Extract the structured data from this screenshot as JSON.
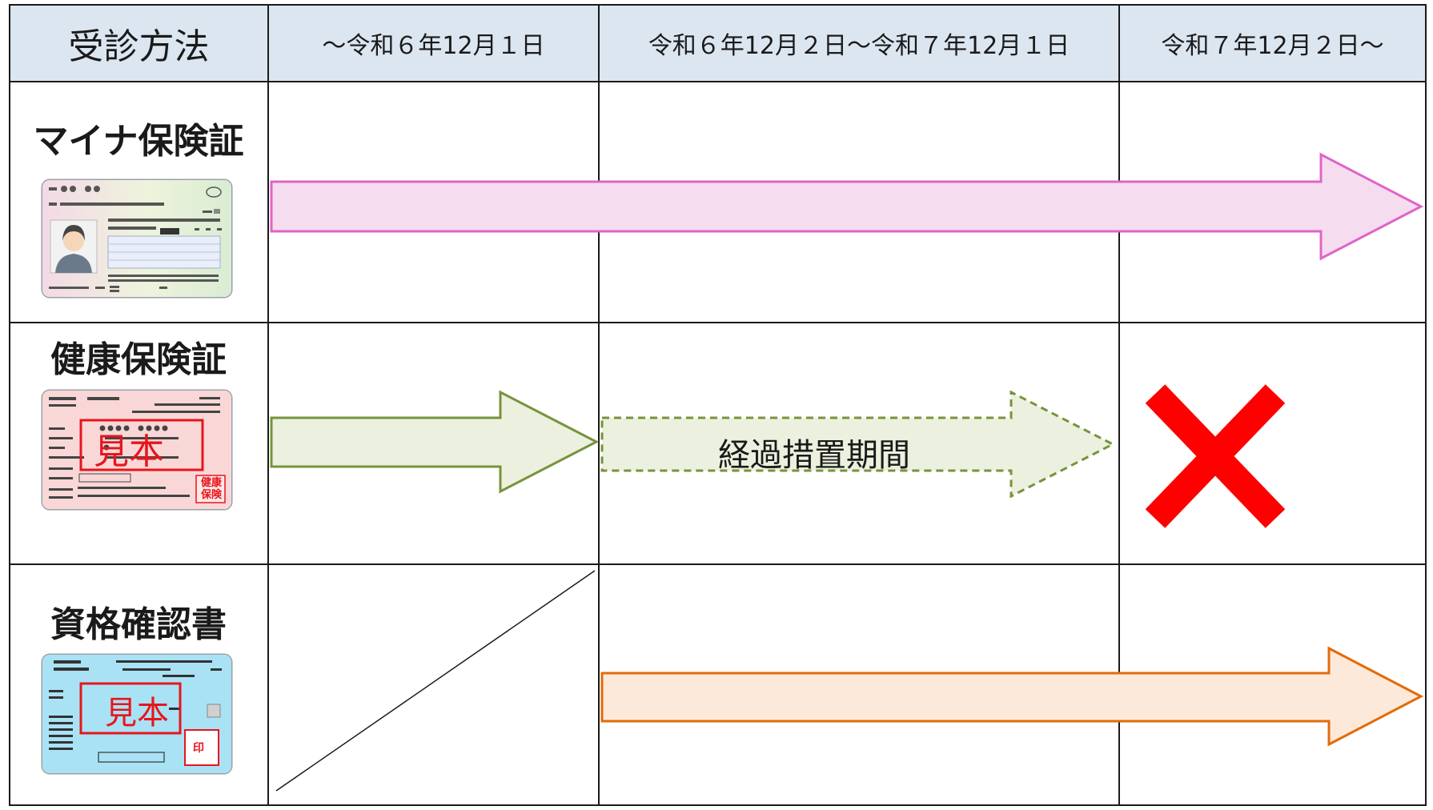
{
  "table": {
    "header": {
      "method": "受診方法",
      "period1": "～令和６年12月１日",
      "period2": "令和６年12月２日～令和７年12月１日",
      "period3": "令和７年12月２日～"
    },
    "rows": [
      {
        "label": "マイナ保険証"
      },
      {
        "label": "健康保険証"
      },
      {
        "label": "資格確認書"
      }
    ]
  },
  "transition_label": "経過措置期間",
  "sample_stamp": "見本",
  "seal_mark": "印",
  "kenpo_corner": "健康保険",
  "colors": {
    "header_bg": "#dce6f1",
    "grid_line": "#1a1a1a",
    "my_number_fill": "#f6dcef",
    "my_number_stroke": "#df64c8",
    "insurance_fill": "#ebf1de",
    "insurance_stroke": "#77933c",
    "eligibility_fill": "#fde9d9",
    "eligibility_stroke": "#e26b0a",
    "cross": "#ff0000"
  },
  "icons": [
    "my-number-card-icon",
    "health-insurance-card-icon",
    "eligibility-certificate-icon",
    "cross-icon"
  ]
}
